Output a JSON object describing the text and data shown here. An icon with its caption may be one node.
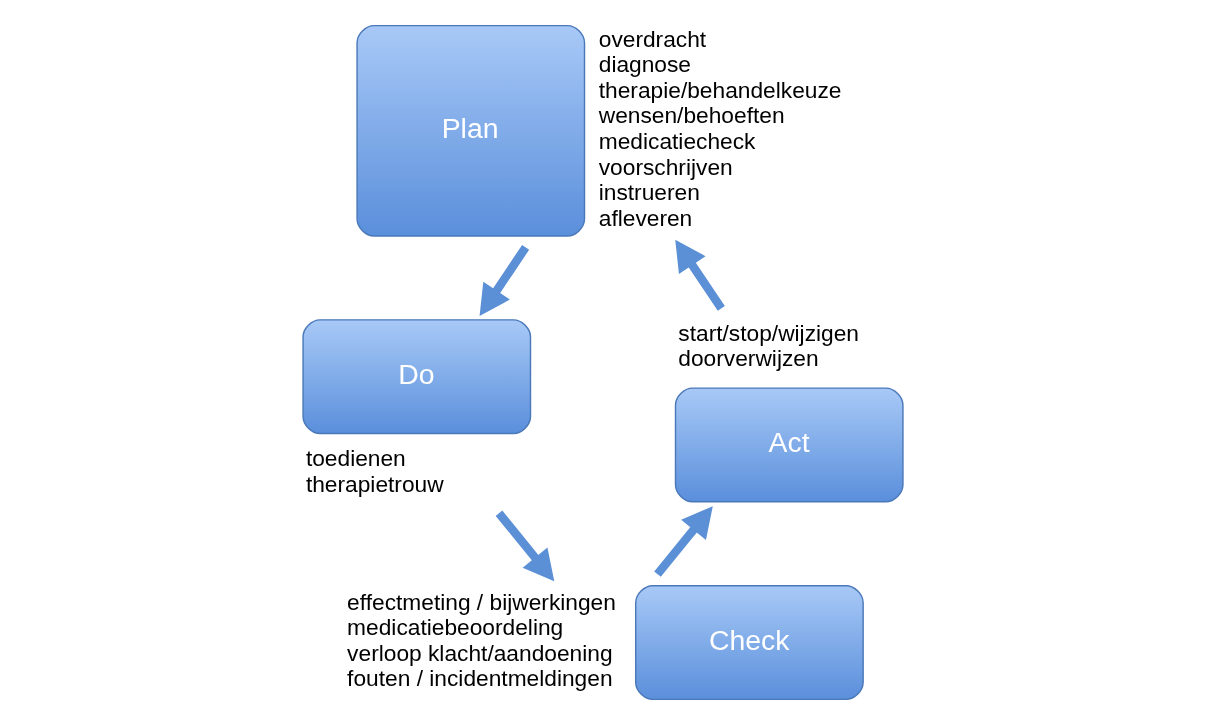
{
  "diagram": {
    "nodes": [
      {
        "text": [
          "Plan"
        ],
        "beside": [
          "overdracht",
          "diagnose",
          "therapie/behandelkeuze",
          "wensen/behoeften",
          "medicatiecheck",
          "voorschrijven",
          "instrueren",
          "afleveren"
        ]
      },
      {
        "text": [
          "Do"
        ],
        "beside": [
          "toedienen",
          "therapietrouw"
        ]
      },
      {
        "text": [
          "Check"
        ],
        "beside": [
          "effectmeting / bijwerkingen",
          "medicatiebeoordeling",
          "verloop klacht/aandoening",
          "fouten / incidentmeldingen"
        ]
      },
      {
        "text": [
          "Act"
        ],
        "beside": [
          "start/stop/wijzigen",
          "doorverwijzen"
        ]
      }
    ],
    "edges": [
      {
        "from": 0,
        "to": 1,
        "arrow": "to"
      },
      {
        "from": 1,
        "to": 2,
        "arrow": "to"
      },
      {
        "from": 2,
        "to": 3,
        "arrow": "to"
      },
      {
        "from": 3,
        "to": 0,
        "arrow": "to"
      }
    ]
  }
}
